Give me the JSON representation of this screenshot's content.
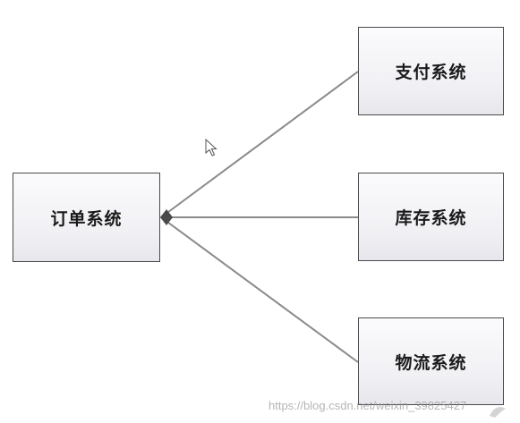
{
  "diagram": {
    "nodes": {
      "order": "订单系统",
      "pay": "支付系统",
      "stock": "库存系统",
      "logistics": "物流系统"
    },
    "edges": [
      {
        "from": "order",
        "to": "pay"
      },
      {
        "from": "order",
        "to": "stock"
      },
      {
        "from": "order",
        "to": "logistics"
      }
    ],
    "line_color": "#8a8a8a",
    "border_color": "#4a4a4a"
  },
  "watermark": {
    "text": "https://blog.csdn.net/weixin_39825427"
  },
  "icons": {
    "cursor": "mouse-pointer-icon",
    "diamond": "aggregation-diamond-icon"
  }
}
